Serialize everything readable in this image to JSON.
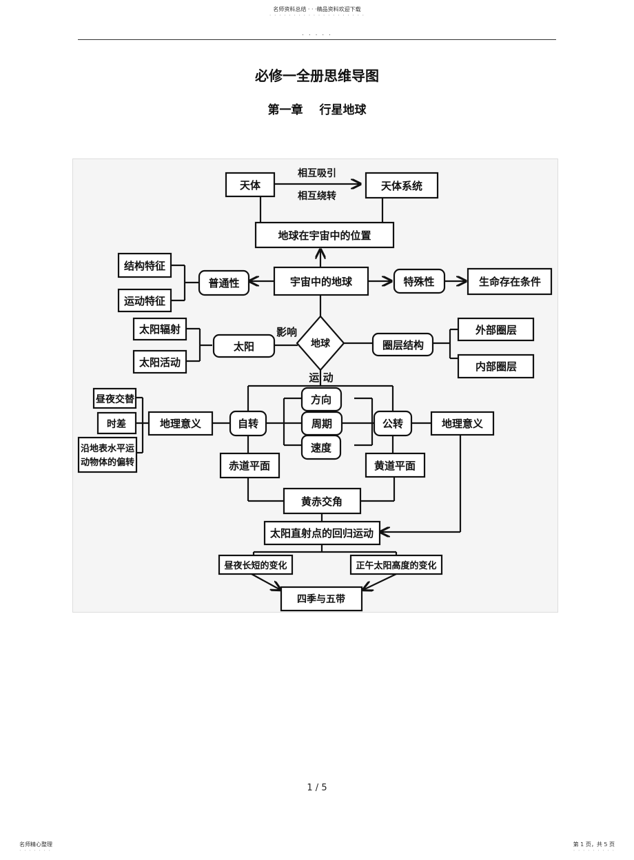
{
  "header": {
    "top_text": "名师资料总结 · · ·精品资料欢迎下载",
    "dots": "· · · · · · · · · · · · · · · · · · · ·",
    "dots2": ". . . . ."
  },
  "title": "必修一全册思维导图",
  "subtitle": "第一章 行星地球",
  "diagram": {
    "tianti": "天体",
    "xianghu_xiyin": "相互吸引",
    "xianghu_raozhuan": "相互绕转",
    "tianti_xitong": "天体系统",
    "diqiu_weizhi": "地球在宇宙中的位置",
    "jiegou_tezheng": "结构特征",
    "yundong_tezheng": "运动特征",
    "putongxing": "普通性",
    "yuzhou_diqiu": "宇宙中的地球",
    "teshuxing": "特殊性",
    "shengming": "生命存在条件",
    "taiyang_fushe": "太阳辐射",
    "taiyang_huodong": "太阳活动",
    "taiyang": "太阳",
    "yingxiang": "影响",
    "diqiu": "地球",
    "quanceng_jiegou": "圈层结构",
    "waibu_quanceng": "外部圈层",
    "neibu_quanceng": "内部圈层",
    "yundong": "运 动",
    "zhouye_jiaoti": "昼夜交替",
    "shicha": "时差",
    "pianzhuan_line1": "沿地表水平运",
    "pianzhuan_line2": "动物体的偏转",
    "dili_yiyi_left": "地理意义",
    "zizhuan": "自转",
    "fangxiang": "方向",
    "zhouqi": "周期",
    "sudu": "速度",
    "gongzhuan": "公转",
    "dili_yiyi_right": "地理意义",
    "chidao_pingmian": "赤道平面",
    "huangdao_pingmian": "黄道平面",
    "huangchi_jiaojiao": "黄赤交角",
    "huigui_yundong": "太阳直射点的回归运动",
    "zhouye_changduan": "昼夜长短的变化",
    "zhengwu_gaodu": "正午太阳高度的变化",
    "siji_wudai": "四季与五带"
  },
  "page_number": "1 / 5",
  "footer": {
    "left": "名师精心整理",
    "left_dots": "· · · · · · ·",
    "right": "第 1 页，共 5 页",
    "right_dots": "· · · · · · · · ·"
  }
}
